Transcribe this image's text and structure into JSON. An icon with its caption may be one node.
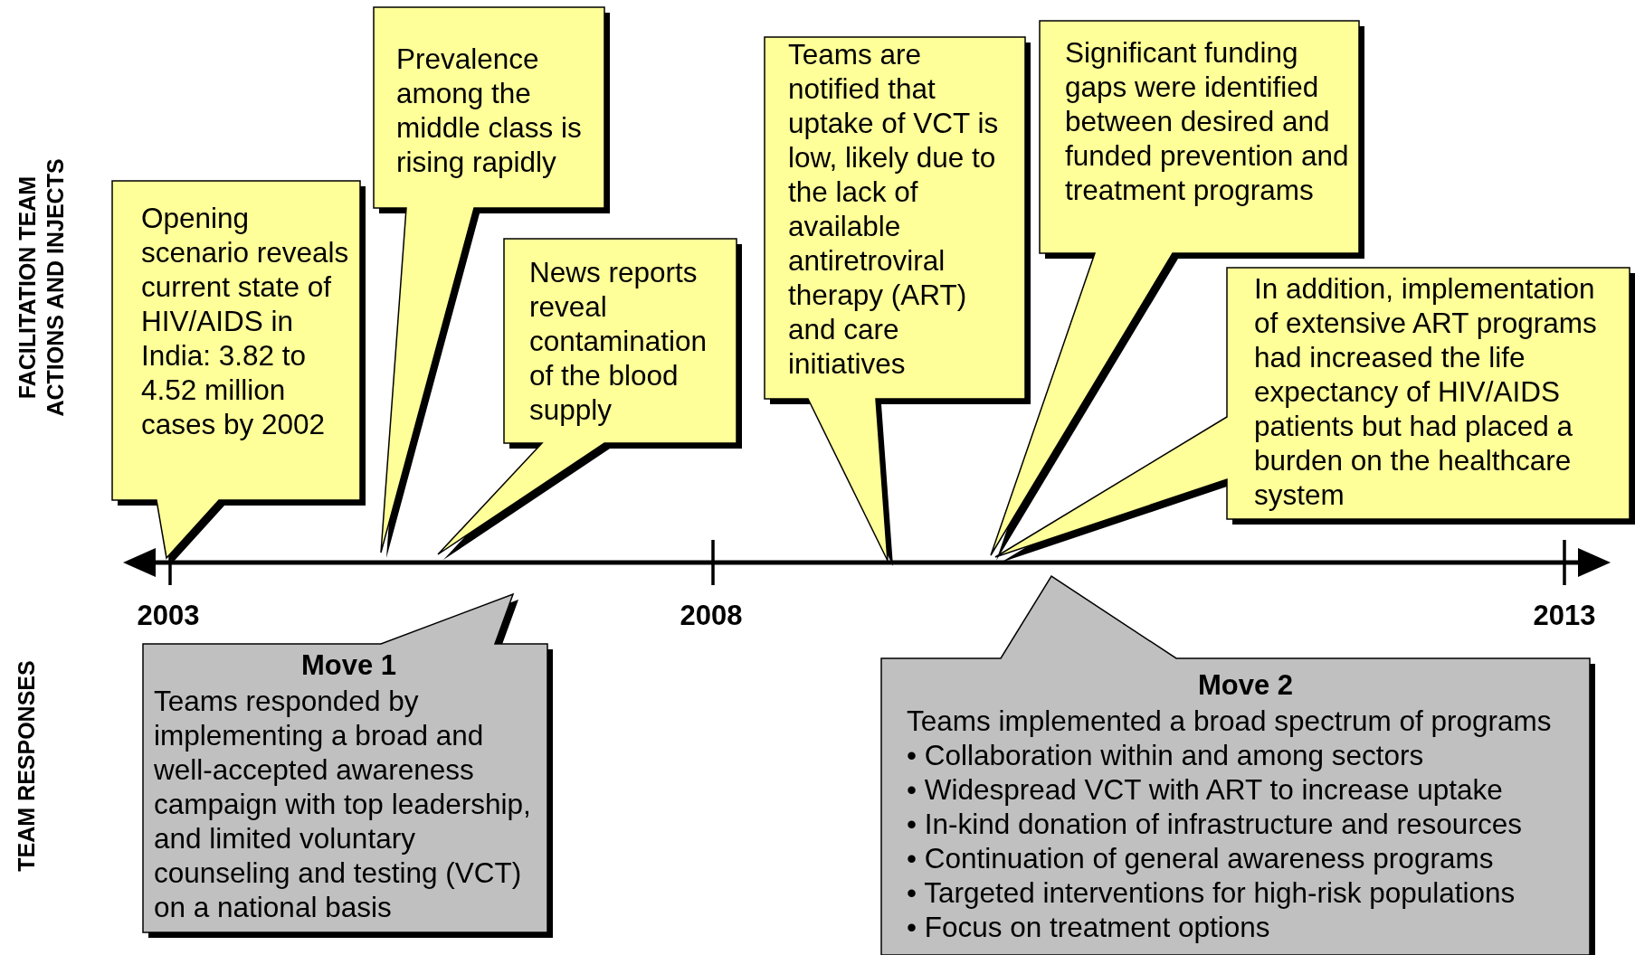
{
  "diagram": {
    "nodes": [
      {
        "text": [
          "Opening scenario reveals current state of HIV/AIDS in India: 3.82 to 4.52 million cases by 2002"
        ]
      },
      {
        "text": [
          "Prevalence among the middle class is rising rapidly"
        ]
      },
      {
        "text": [
          "News reports reveal contamination of the blood supply"
        ]
      },
      {
        "text": [
          "Teams are notified that uptake of VCT is low, likely due to the lack of available antiretroviral therapy (ART) and care initiatives"
        ]
      },
      {
        "text": [
          "Significant funding gaps were identified between desired and funded prevention and treatment programs"
        ]
      },
      {
        "text": [
          "In addition, implementation of extensive ART programs had increased the life expectancy of HIV/AIDS patients but had placed a burden on the healthcare system"
        ]
      },
      {
        "text": [
          "Move 1",
          "Teams responded by implementing a broad and well-accepted awareness campaign with top leadership, and limited voluntary counseling and testing (VCT) on a national basis"
        ]
      },
      {
        "text": [
          "Move 2",
          "Teams implemented a broad spectrum of programs",
          "• Collaboration within and among sectors",
          "• Widespread VCT with ART to increase uptake",
          "• In-kind donation of infrastructure and resources",
          "• Continuation of general awareness programs",
          "• Targeted interventions for high-risk populations",
          "• Focus on treatment options"
        ]
      }
    ],
    "labels": [
      "FACILITATION TEAM ACTIONS AND INJECTS",
      "TEAM RESPONSES",
      "2003",
      "2008",
      "2013"
    ]
  }
}
